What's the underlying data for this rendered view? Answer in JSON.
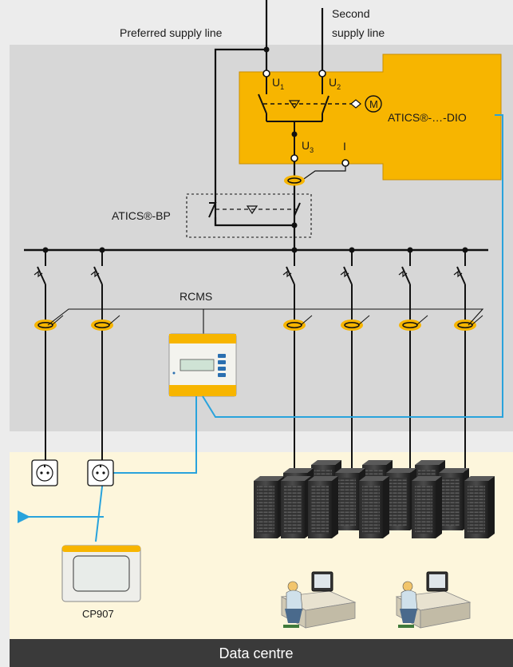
{
  "supply": {
    "preferred": "Preferred supply line",
    "second_line1": "Second",
    "second_line2": "supply line"
  },
  "atics_dio": {
    "label": "ATICS®-…-DIO",
    "u1": "U",
    "u1_sub": "1",
    "u2": "U",
    "u2_sub": "2",
    "u3": "U",
    "u3_sub": "3",
    "current": "I",
    "motor": "M"
  },
  "atics_bp": {
    "label": "ATICS®-BP"
  },
  "rcms": {
    "label": "RCMS"
  },
  "cp907": {
    "label": "CP907"
  },
  "footer": {
    "label": "Data centre"
  },
  "colors": {
    "atics_fill": "#f7b500",
    "switchboard_bg": "#d7d7d7",
    "datacentre_bg": "#fdf6dc",
    "comm_line": "#29a3dc",
    "ring": "#f7b500",
    "footer_bg": "#3a3a3a"
  },
  "icons": [
    "socket-icon",
    "server-rack-icon",
    "workstation-icon",
    "cp907-panel-icon",
    "rcms-device-icon",
    "cbt-ring-icon",
    "motor-icon"
  ]
}
